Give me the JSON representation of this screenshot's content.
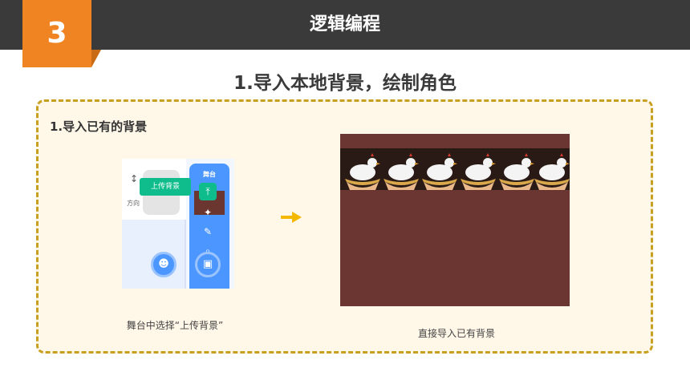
{
  "header": {
    "number": "3",
    "title": "逻辑编程"
  },
  "slide": {
    "heading": "1.导入本地背景，绘制角色"
  },
  "panel": {
    "label": "1.导入已有的背景",
    "left_caption": "舞台中选择“上传背景”",
    "right_caption": "直接导入已有背景"
  },
  "scratch_ui": {
    "stage_label": "舞台",
    "upload_tooltip": "上传背景",
    "direction_label": "方向",
    "menu_icons": [
      "upload-icon",
      "surprise-icon",
      "paint-icon",
      "search-icon"
    ]
  },
  "colors": {
    "header_bg": "#3a3a3a",
    "badge_orange": "#f08422",
    "panel_bg": "#fff7e8",
    "panel_border": "#c8a020",
    "arrow_yellow": "#f5b800",
    "scratch_blue": "#4c97ff",
    "scratch_green": "#0fbd8c",
    "backdrop_brown": "#6b3532"
  }
}
